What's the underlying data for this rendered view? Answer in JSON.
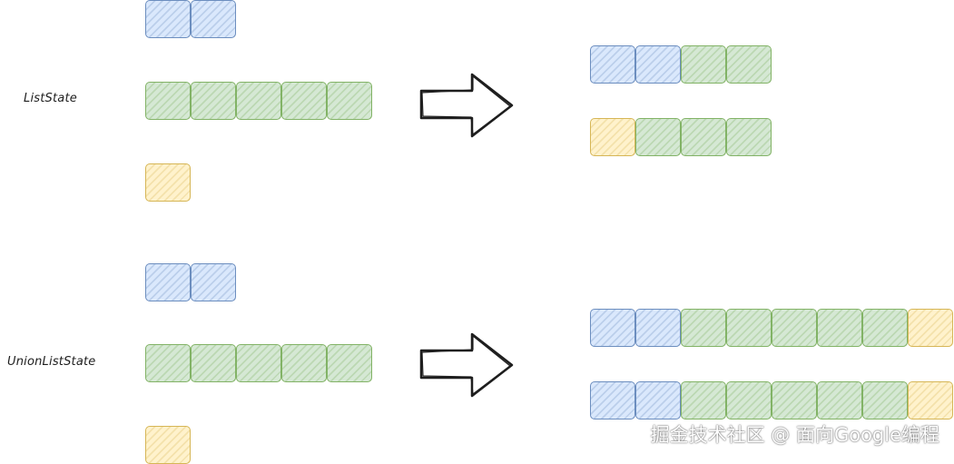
{
  "labels": {
    "top": "ListState",
    "bottom": "UnionListState"
  },
  "colors": {
    "blue": "#6c8ebf",
    "green": "#82b366",
    "yellow": "#d6b656"
  },
  "sections": [
    {
      "name": "ListState",
      "input_rows": [
        [
          "blue",
          "blue"
        ],
        [
          "green",
          "green",
          "green",
          "green",
          "green"
        ],
        [
          "yellow"
        ]
      ],
      "output_rows": [
        [
          "blue",
          "blue",
          "green",
          "green"
        ],
        [
          "yellow",
          "green",
          "green",
          "green"
        ]
      ]
    },
    {
      "name": "UnionListState",
      "input_rows": [
        [
          "blue",
          "blue"
        ],
        [
          "green",
          "green",
          "green",
          "green",
          "green"
        ],
        [
          "yellow"
        ]
      ],
      "output_rows": [
        [
          "blue",
          "blue",
          "green",
          "green",
          "green",
          "green",
          "green",
          "yellow"
        ],
        [
          "blue",
          "blue",
          "green",
          "green",
          "green",
          "green",
          "green",
          "yellow"
        ]
      ]
    }
  ],
  "watermark": "掘金技术社区 @ 面向Google编程"
}
